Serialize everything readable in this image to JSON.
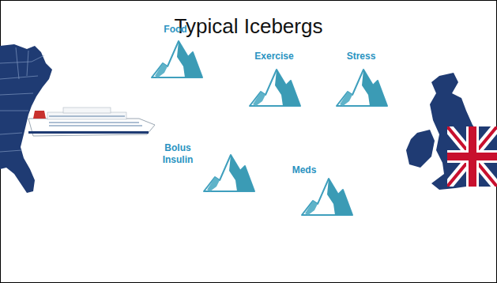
{
  "diagram": {
    "title": "Typical Icebergs",
    "nodes": [
      {
        "text": [
          "Food"
        ]
      },
      {
        "text": [
          "Exercise"
        ]
      },
      {
        "text": [
          "Stress"
        ]
      },
      {
        "text": [
          "Bolus Insulin"
        ]
      },
      {
        "text": [
          "Meds"
        ]
      }
    ]
  }
}
